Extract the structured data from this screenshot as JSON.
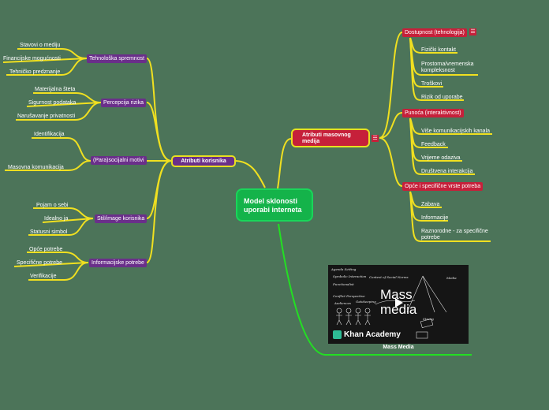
{
  "center": {
    "line1": "Model sklonosti",
    "line2": "uporabi interneta"
  },
  "left_main": {
    "label": "Atributi korisnika"
  },
  "right_main": {
    "line1": "Atributi masovnog",
    "line2": "medija"
  },
  "left_groups": [
    {
      "label": "Tehnološka spremnost",
      "items": [
        "Stavovi o mediju",
        "Financijske mogućnosti",
        "Tehničko predznanje"
      ]
    },
    {
      "label": "Percepcija rizika",
      "items": [
        "Materijalna šteta",
        "Sigurnost podataka",
        "Narušavanje privatnosti"
      ]
    },
    {
      "label": "(Para)socijalni motivi",
      "items": [
        "Identifikacija",
        "Masovna komunikacija"
      ]
    },
    {
      "label": "Stil/image korisnika",
      "items": [
        "Pojam o sebi",
        "Idealno ja",
        "Statusni simbol"
      ]
    },
    {
      "label": "Informacijske potrebe",
      "items": [
        "Opće potrebe",
        "Specifične potrebe",
        "Verifikacije"
      ]
    }
  ],
  "right_groups": [
    {
      "label": "Dostupnost (tehnologija)",
      "items": [
        "Fizički kontakt",
        "Prostorna/vremenska",
        "kompleksnost",
        "Troškovi",
        "Rizik od uporabe"
      ]
    },
    {
      "label": "Punoća (interaktivnost)",
      "items": [
        "Više komunikacijskih kanala",
        "Feedback",
        "Vrijeme odaziva",
        "Društvena interakcija"
      ]
    },
    {
      "label": "Opće i specifične vrste potreba",
      "items": [
        "Zabava",
        "Informacije",
        "Raznorodne - za specifične",
        "potrebe"
      ]
    }
  ],
  "menu_glyph": "☰",
  "video": {
    "title_line1": "Mass",
    "title_line2": "media",
    "brand": "Khan Academy",
    "caption": "Mass Media",
    "chalk": [
      "Agenda Setting",
      "Context of Social Norms",
      "Symbolic Interaction",
      "Functionalist",
      "Conflict Perspective",
      "Gatekeeping",
      "Audiences",
      "Media",
      "Strong"
    ]
  },
  "colors": {
    "background": "#4c7459",
    "branch": "#f0e020",
    "central": "#14b34a",
    "green_line": "#22e022",
    "purple": "#6a2f8a",
    "red": "#c6203a"
  }
}
